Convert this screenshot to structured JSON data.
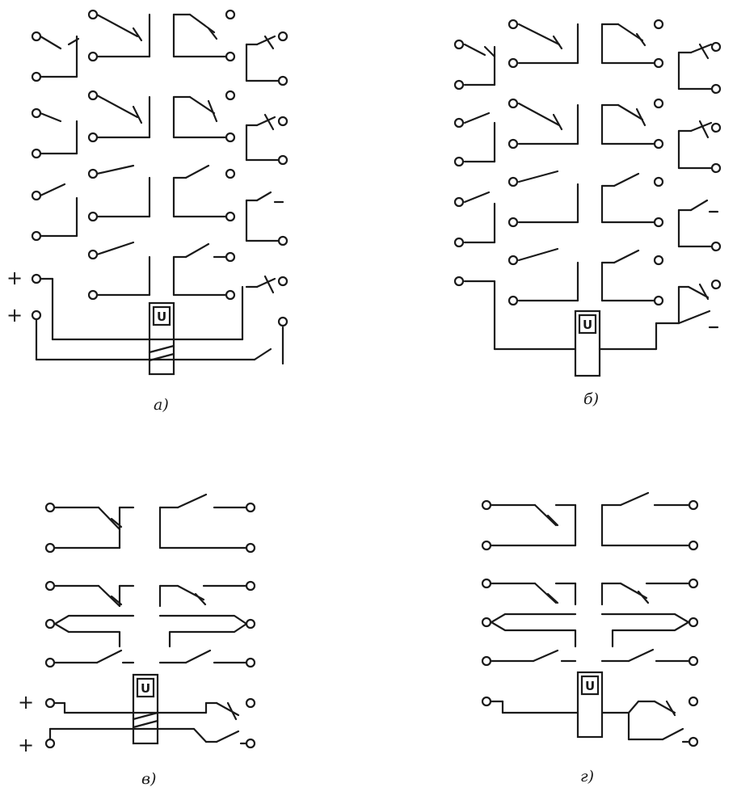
{
  "diagram": {
    "panels": [
      {
        "id": "a",
        "caption": "а)",
        "coil_label": "U",
        "terminal_signs": [
          "+",
          "+"
        ]
      },
      {
        "id": "b",
        "caption": "б)",
        "coil_label": "U",
        "terminal_signs": []
      },
      {
        "id": "v",
        "caption": "в)",
        "coil_label": "U",
        "terminal_signs": [
          "+",
          "+"
        ]
      },
      {
        "id": "g",
        "caption": "г)",
        "coil_label": "U",
        "terminal_signs": []
      }
    ]
  }
}
